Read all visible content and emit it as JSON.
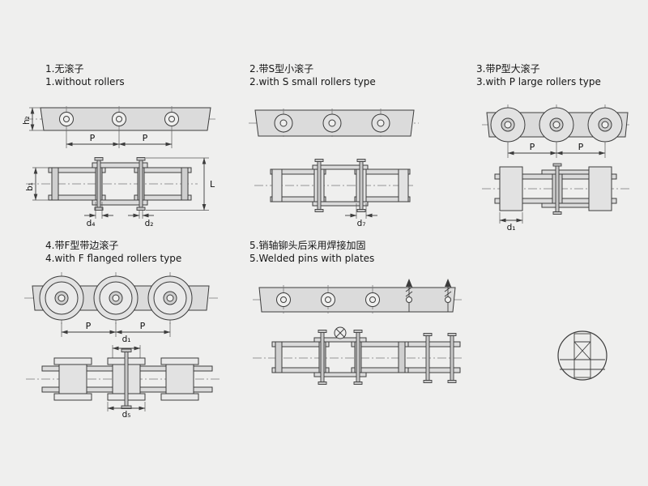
{
  "page": {
    "background": "#efefee",
    "line_color": "#3c3c3c"
  },
  "sections": {
    "s1": {
      "title_cn": "1.无滚子",
      "title_en": "1.without rollers",
      "dims": {
        "h2": "h₂",
        "p_left": "P",
        "p_right": "P",
        "b1": "b₁",
        "d4": "d₄",
        "d2": "d₂",
        "L": "L"
      }
    },
    "s2": {
      "title_cn": "2.带S型小滚子",
      "title_en": "2.with S small rollers type",
      "dims": {
        "d7": "d₇"
      }
    },
    "s3": {
      "title_cn": "3.带P型大滚子",
      "title_en": "3.with P large rollers type",
      "dims": {
        "p_left": "P",
        "p_right": "P",
        "d1": "d₁"
      }
    },
    "s4": {
      "title_cn": "4.带F型带边滚子",
      "title_en": "4.with F flanged rollers type",
      "dims": {
        "p_left": "P",
        "p_right": "P",
        "d1": "d₁",
        "d5": "d₅"
      }
    },
    "s5": {
      "title_cn": "5.销轴铆头后采用焊接加固",
      "title_en": "5.Welded pins with plates"
    }
  }
}
